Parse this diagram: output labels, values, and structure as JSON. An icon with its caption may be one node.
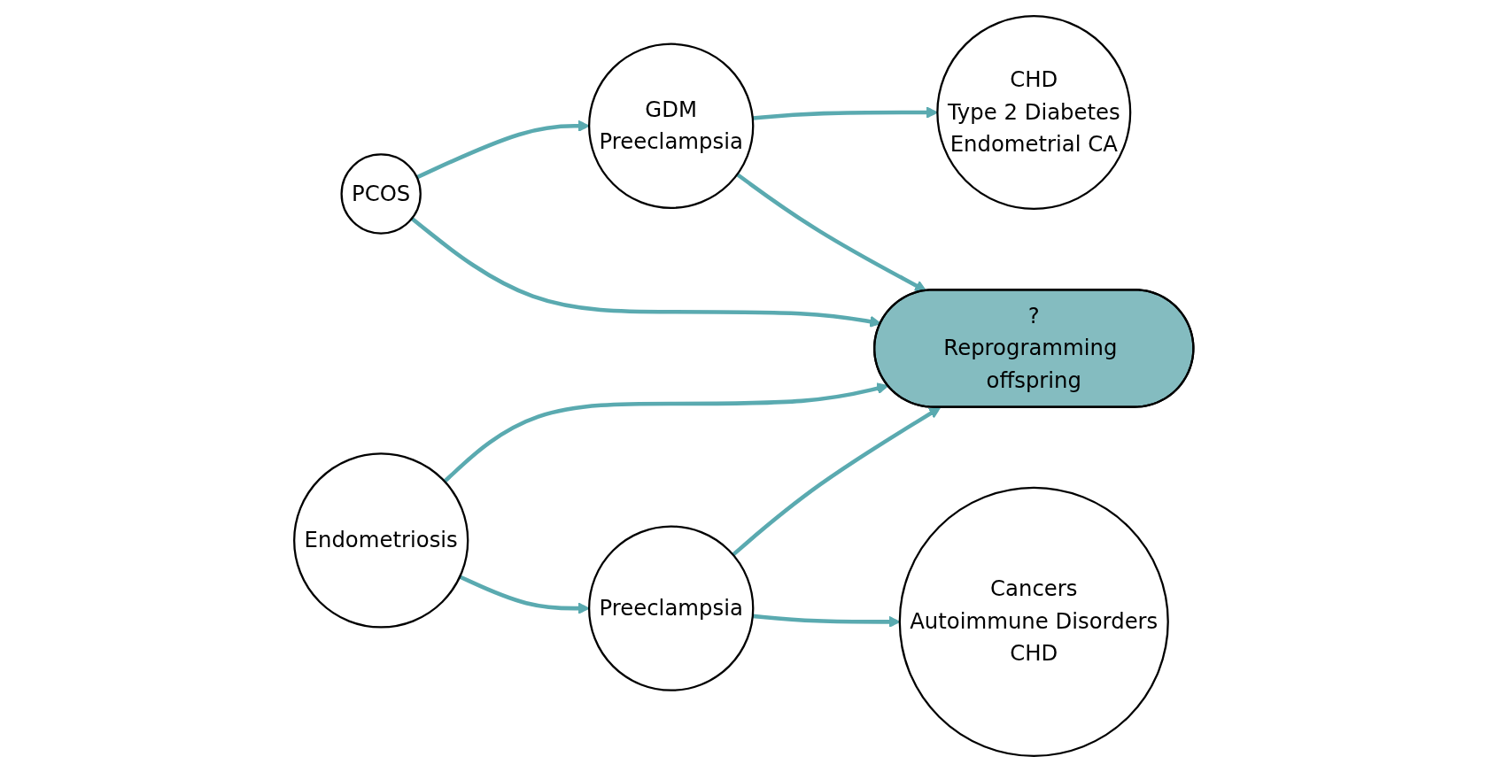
{
  "diagram": {
    "nodes": [
      {
        "text": [
          "PCOS"
        ]
      },
      {
        "text": [
          "GDM",
          "Preeclampsia"
        ]
      },
      {
        "text": [
          "CHD",
          "Type 2 Diabetes",
          "Endometrial CA"
        ]
      },
      {
        "text": [
          "?",
          "Reprogramming offspring"
        ]
      },
      {
        "text": [
          "Endometriosis"
        ]
      },
      {
        "text": [
          "Preeclampsia"
        ]
      },
      {
        "text": [
          "Cancers",
          "Autoimmune Disorders",
          "CHD"
        ]
      }
    ],
    "edges": [
      {
        "from": 0,
        "to": 1,
        "arrow": "to"
      },
      {
        "from": 1,
        "to": 2,
        "arrow": "to"
      },
      {
        "from": 0,
        "to": 3,
        "arrow": "to"
      },
      {
        "from": 1,
        "to": 3,
        "arrow": "to"
      },
      {
        "from": 4,
        "to": 3,
        "arrow": "to"
      },
      {
        "from": 5,
        "to": 3,
        "arrow": "to"
      },
      {
        "from": 4,
        "to": 5,
        "arrow": "to"
      },
      {
        "from": 5,
        "to": 6,
        "arrow": "to"
      }
    ]
  }
}
